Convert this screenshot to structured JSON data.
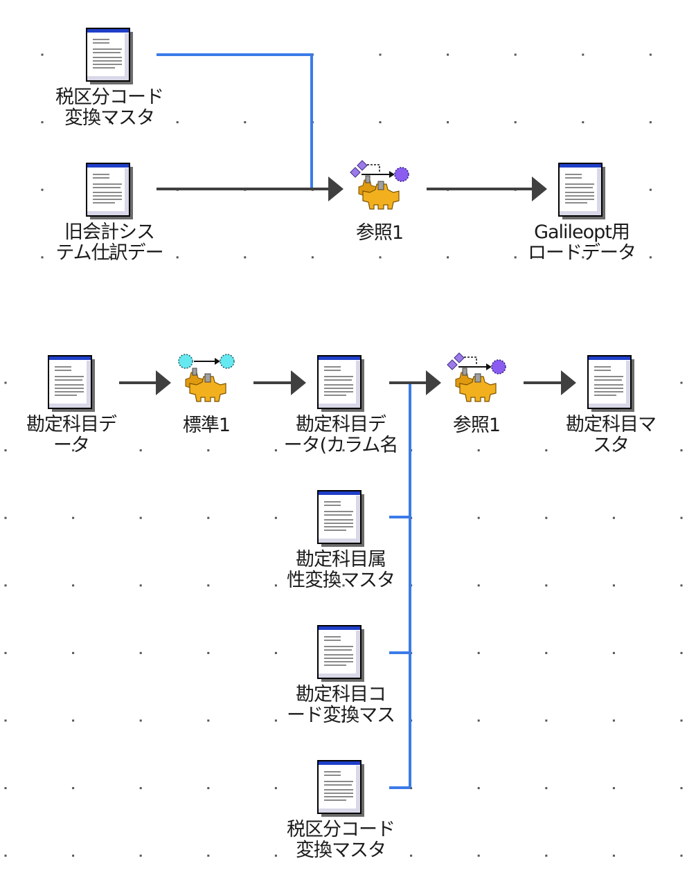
{
  "colors": {
    "background": "#ffffff",
    "grid_dot": "#555555",
    "flow_line": "#404040",
    "reference_line": "#3b7be8",
    "doc_header": "#1f3fc8",
    "gear": "#f2b01e",
    "standard_circle": "#66e8f0",
    "reference_circle": "#8a5cf0"
  },
  "diagram": {
    "flows": [
      {
        "id": "flow1",
        "nodes": [
          {
            "id": "tax_master_top",
            "type": "document",
            "icon": "document-icon",
            "label": "税区分コード\n変換マスタ"
          },
          {
            "id": "old_accounting",
            "type": "document",
            "icon": "document-icon",
            "label": "旧会計シス\nテム仕訳デー"
          },
          {
            "id": "ref1_top",
            "type": "reference-transform",
            "icon": "reference-gear-icon",
            "label": "参照1"
          },
          {
            "id": "galileopt_load",
            "type": "document",
            "icon": "document-icon",
            "label": "Galileopt用\nロードデータ"
          }
        ],
        "edges": [
          {
            "from": "old_accounting",
            "to": "ref1_top",
            "kind": "flow"
          },
          {
            "from": "tax_master_top",
            "to": "ref1_top",
            "kind": "reference"
          },
          {
            "from": "ref1_top",
            "to": "galileopt_load",
            "kind": "flow"
          }
        ]
      },
      {
        "id": "flow2",
        "nodes": [
          {
            "id": "account_data",
            "type": "document",
            "icon": "document-icon",
            "label": "勘定科目デ\nータ"
          },
          {
            "id": "std1",
            "type": "standard-transform",
            "icon": "standard-gear-icon",
            "label": "標準1"
          },
          {
            "id": "account_data_col",
            "type": "document",
            "icon": "document-icon",
            "label": "勘定科目デ\nータ(カラム名"
          },
          {
            "id": "ref1_bottom",
            "type": "reference-transform",
            "icon": "reference-gear-icon",
            "label": "参照1"
          },
          {
            "id": "account_master",
            "type": "document",
            "icon": "document-icon",
            "label": "勘定科目マ\nスタ"
          },
          {
            "id": "account_attr_master",
            "type": "document",
            "icon": "document-icon",
            "label": "勘定科目属\n性変換マスタ"
          },
          {
            "id": "account_code_master",
            "type": "document",
            "icon": "document-icon",
            "label": "勘定科目コ\nード変換マス"
          },
          {
            "id": "tax_master_bottom",
            "type": "document",
            "icon": "document-icon",
            "label": "税区分コード\n変換マスタ"
          }
        ],
        "edges": [
          {
            "from": "account_data",
            "to": "std1",
            "kind": "flow"
          },
          {
            "from": "std1",
            "to": "account_data_col",
            "kind": "flow"
          },
          {
            "from": "account_data_col",
            "to": "ref1_bottom",
            "kind": "flow"
          },
          {
            "from": "ref1_bottom",
            "to": "account_master",
            "kind": "flow"
          },
          {
            "from": "account_attr_master",
            "to": "ref1_bottom",
            "kind": "reference"
          },
          {
            "from": "account_code_master",
            "to": "ref1_bottom",
            "kind": "reference"
          },
          {
            "from": "tax_master_bottom",
            "to": "ref1_bottom",
            "kind": "reference"
          }
        ]
      }
    ]
  }
}
